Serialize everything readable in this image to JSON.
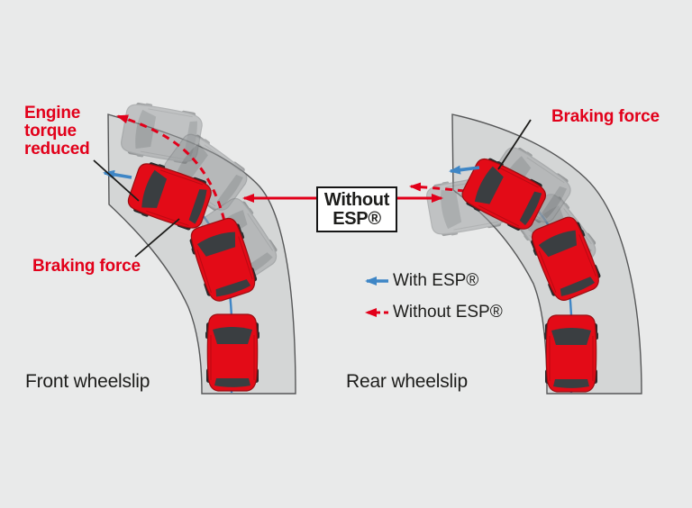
{
  "colors": {
    "background": "#e9eaea",
    "road": "#d4d6d6",
    "road_edge": "#565758",
    "red": "#e2001a",
    "blue": "#3e86c6",
    "ink": "#1d1d1b",
    "car_red": "#e30b17",
    "ghost": "#9b9ea0",
    "box_bg": "#ffffff"
  },
  "left_panel": {
    "caption": "Front wheelslip",
    "engine_torque_label": "Engine\ntorque\nreduced",
    "braking_force_label": "Braking force"
  },
  "right_panel": {
    "caption": "Rear wheelslip",
    "braking_force_label": "Braking force"
  },
  "center_box": {
    "text": "Without\nESP®"
  },
  "legend": {
    "with_esp": "With ESP®",
    "without_esp": "Without ESP®"
  }
}
